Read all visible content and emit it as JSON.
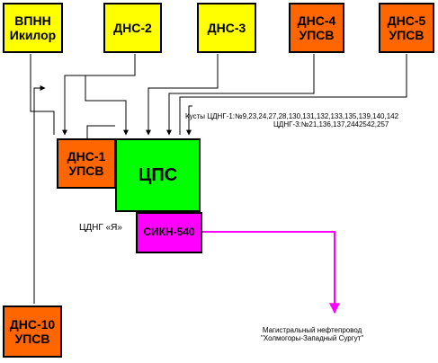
{
  "nodes": {
    "vpnn": {
      "line1": "ВПНН",
      "line2": "Икилор",
      "color": "#ffff00"
    },
    "dns2": {
      "text": "ДНС-2",
      "color": "#ffff00"
    },
    "dns3": {
      "text": "ДНС-3",
      "color": "#ffff00"
    },
    "dns4": {
      "line1": "ДНС-4",
      "line2": "УПСВ",
      "color": "#ff6600"
    },
    "dns5": {
      "line1": "ДНС-5",
      "line2": "УПСВ",
      "color": "#ff6600"
    },
    "dns1": {
      "line1": "ДНС-1",
      "line2": "УПСВ",
      "color": "#ff6600"
    },
    "cps": {
      "text": "ЦПС",
      "color": "#00ff00"
    },
    "sikn": {
      "text": "СИКН-540",
      "color": "#ff00ff"
    },
    "dns10": {
      "line1": "ДНС-10",
      "line2": "УПСВ",
      "color": "#ff6600"
    }
  },
  "labels": {
    "kusty_line1": "Кусты ЦДНГ-1:№9,23,24,27,28,130,131,132,133,135,139,140,142",
    "kusty_line2": "ЦДНГ-3:№21,136,137,2442542,257",
    "cdng_ya": "ЦДНГ «Я»",
    "pipeline_line1": "Магистральный нефтепровод",
    "pipeline_line2": "\"Холмогоры-Западный Сургут\""
  },
  "colors": {
    "pipeline": "#ff00ff",
    "lines": "#000000"
  }
}
